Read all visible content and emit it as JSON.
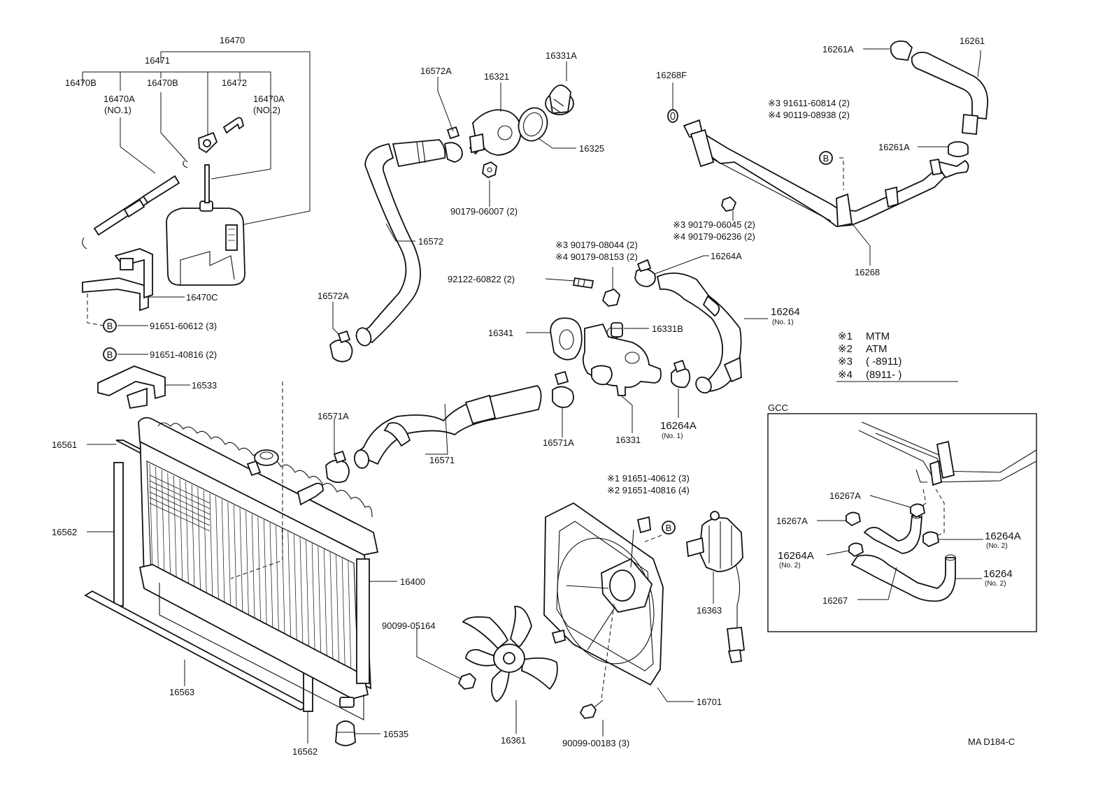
{
  "labels": {
    "p16470": "16470",
    "p16471": "16471",
    "p16470B_a": "16470B",
    "p16470A_1": "16470A",
    "p16470A_1_sub": "(NO.1)",
    "p16470B_b": "16470B",
    "p16472": "16472",
    "p16470A_2": "16470A",
    "p16470A_2_sub": "(NO.2)",
    "p16470C": "16470C",
    "b1": "91651-60612 (3)",
    "b2": "91651-40816 (2)",
    "p16533": "16533",
    "p16561": "16561",
    "p16562_a": "16562",
    "p16563": "16563",
    "p16562_b": "16562",
    "p16535": "16535",
    "p16400": "16400",
    "p16572A_a": "16572A",
    "p16572A_b": "16572A",
    "p16572": "16572",
    "p16321": "16321",
    "p16331A": "16331A",
    "p16325": "16325",
    "p90179_06007": "90179-06007 (2)",
    "p16571A_a": "16571A",
    "p16571": "16571",
    "p16571A_b": "16571A",
    "ref3_08044": "※3 90179-08044 (2)",
    "ref4_08153": "※4 90179-08153 (2)",
    "p92122": "92122-60822 (2)",
    "p16341": "16341",
    "p16331B": "16331B",
    "p16331": "16331",
    "p16264A_n1": "16264A",
    "p16264A_n1_sub": "(No. 1)",
    "p16264A_top": "16264A",
    "p16264_n1": "16264",
    "p16264_n1_sub": "(No. 1)",
    "p16268F": "16268F",
    "ref3_60814": "※3 91611-60814 (2)",
    "ref4_08938": "※4 90119-08938 (2)",
    "p16261A_top": "16261A",
    "p16261": "16261",
    "p16261A_mid": "16261A",
    "ref3_06045": "※3 90179-06045 (2)",
    "ref4_06236": "※4 90179-06236 (2)",
    "p16268": "16268",
    "ref1_40612": "※1  91651-40612 (3)",
    "ref2_40816": "※2  91651-40816 (4)",
    "p90099_05164": "90099-05164",
    "p16361": "16361",
    "p90099_00183": "90099-00183 (3)",
    "p16701": "16701",
    "p16363": "16363",
    "gcc": "GCC",
    "p16267A_a": "16267A",
    "p16267A_b": "16267A",
    "p16264A_n2a": "16264A",
    "p16264A_n2a_sub": "(No. 2)",
    "p16264A_n2b": "16264A",
    "p16264A_n2b_sub": "(No. 2)",
    "p16264_n2": "16264",
    "p16264_n2_sub": "(No. 2)",
    "p16267": "16267",
    "code": "MA D184-C",
    "callout_b": "B"
  },
  "legend": {
    "rows": [
      {
        "mark": "※1",
        "text": "MTM"
      },
      {
        "mark": "※2",
        "text": "ATM"
      },
      {
        "mark": "※3",
        "text": "(        -8911)"
      },
      {
        "mark": "※4",
        "text": "(8911-        )"
      }
    ]
  }
}
